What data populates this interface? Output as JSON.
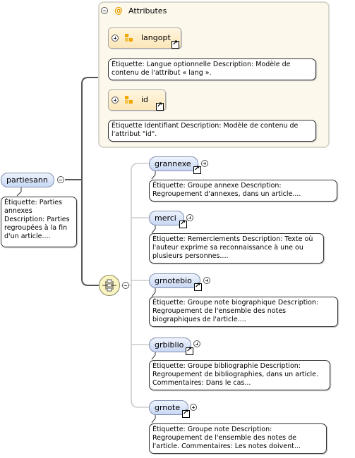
{
  "attributes_panel": {
    "title": "Attributes"
  },
  "attributes": [
    {
      "name": "langopt",
      "note": [
        "Étiquette: Langue optionnelle Description: Modèle de",
        "contenu de l'attribut « lang »."
      ]
    },
    {
      "name": "id",
      "note": [
        "Étiquette Identifiant Description: Modèle de contenu de",
        "l'attribut \"id\"."
      ]
    }
  ],
  "root": {
    "name": "partiesann",
    "note": [
      "Étiquette: Parties",
      "annexes",
      "Description: Parties",
      "regroupées à la fin",
      "d'un article...."
    ]
  },
  "children": [
    {
      "name": "grannexe",
      "note": [
        "Étiquette: Groupe annexe Description:",
        "Regroupement d'annexes, dans un article...."
      ]
    },
    {
      "name": "merci",
      "note": [
        "Étiquette: Remerciements Description: Texte où",
        "l'auteur exprime sa reconnaissance à une ou",
        "plusieurs personnes...."
      ]
    },
    {
      "name": "grnotebio",
      "note": [
        "Étiquette: Groupe note biographique Description:",
        "Regroupement de l'ensemble des notes",
        "biographiques de l'article...."
      ]
    },
    {
      "name": "grbiblio",
      "note": [
        "Étiquette: Groupe bibliographie Description:",
        "Regroupement de bibliographies, dans un article.",
        "Commentaires: Dans le cas..."
      ]
    },
    {
      "name": "grnote",
      "note": [
        "Étiquette: Groupe note Description:",
        "Regroupement de l'ensemble des notes de",
        "l'article. Commentaires: Les notes doivent..."
      ]
    }
  ],
  "icons": {
    "collapse": "minus-circle-icon",
    "expand": "plus-circle-icon",
    "attribute": "at-sign-icon",
    "link": "link-arrow-icon",
    "sequence": "sequence-compositor-icon"
  }
}
